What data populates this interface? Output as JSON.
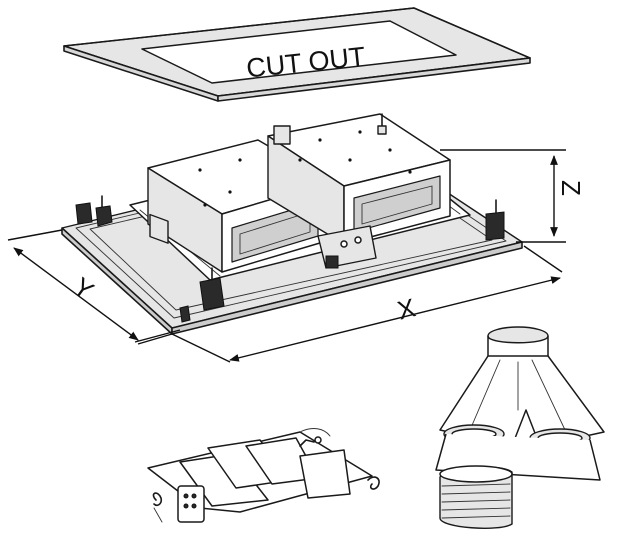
{
  "labels": {
    "cut_out": "CUT OUT",
    "dim_x": "X",
    "dim_y": "Y",
    "dim_z": "Z"
  },
  "colors": {
    "line": "#1a1a1a",
    "shade": "#e6e6e6",
    "dark": "#2a2a2a",
    "background": "#ffffff"
  },
  "parts": {
    "template": "cut-out-template",
    "unit": "ceiling-unit",
    "accessories": "accessory-bag",
    "ducts": "y-duct-adapter"
  }
}
